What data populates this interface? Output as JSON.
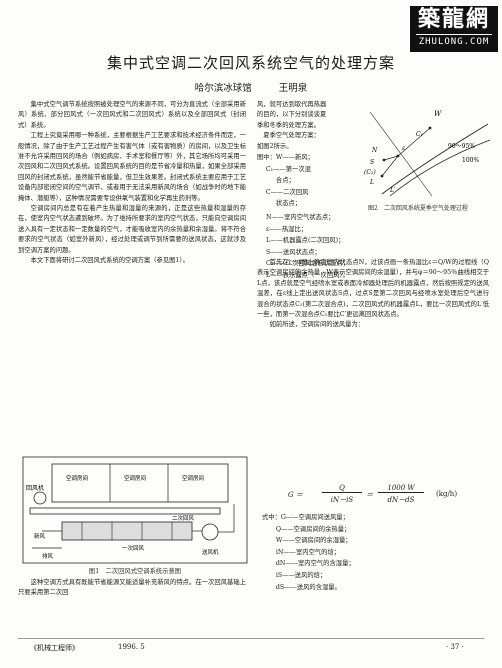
{
  "logo": {
    "cn": "築龍網",
    "en": "ZHULONG.COM"
  },
  "title": "集中式空调二次回风系统空气的处理方案",
  "authors": {
    "org": "哈尔滨冰球馆",
    "name": "王明泉"
  },
  "left_paras": [
    "集中式空气调节系统按照被处理空气的来源不同，可分为直流式（全部采用新风）系统、部分回风式（一次回风式和二次回风式）系统以及全部回风式（封闭式）系统。",
    "工程上究竟采用哪一种系统，主要根据生产工艺要求和技术经济条件而定，一般情况，除了由于生产工艺过程产生有害气体（或有害物质）的房间，以及卫生标准不允许采用回风的场合（例如病房、手术室和餐厅等）外，其它场所均可采用一次回风和二次回风式系统。设置回风系统的目的是节省冷量和热量，如果全部采用回风的封闭式系统，虽然能节省能量，但卫生效果差。封闭式系统主要应用于工艺设备内部密闭空间的空气调节、或者用于无法采用新风的场合（如战争时的地下能掩体、潜艇等），这种情况需要专设供氧气装置和化学再生药剂等。",
    "空调房间内总是有在着产生热量和湿量的来源的，正是这些热量和湿量的存在，使室内空气状态遭到破坏。为了维持所要求的室内空气状态，只能向空调房间送入具有一定状态和一定数量的空气，才能吸收室内的余热量和余湿量。将不符合要求的空气状态（如室外新风），经过处理或调节到所需要的送风状态，这就涉及到空调方案的问题。",
    "本文下面将研讨二次回风式系统的空调方案（参见图1）。"
  ],
  "left_bottom": "这种空调方式具有既能节省能源又能适量补充新风的特点。在一次回风基础上只要采用第二次回",
  "right_top_lines": [
    "风，就可达到取代再热器",
    "的目的，以下分别谈谈夏",
    "季和冬季的处理方案。"
  ],
  "summer_head": "夏季空气处理方案：",
  "summer_fig_ref": "如图2所示。",
  "defs1": [
    "图中：W——新风；",
    "C₁——第一次混",
    "合点；",
    "C——二次回风",
    "状态点；",
    "N——室内空气状态点；",
    "ε——热湿比；",
    "L——机器露点(二次回风)；",
    "S——送风状态点；",
    "C₂——二次回风混合状态点；",
    "L——表示露点（一次回风）。"
  ],
  "right_paras": [
    "首先在i－d图上确定室内状态点N，过该点画一条热湿比ε＝Q/W的过程线（Q表示空调房间的余热量，W表示空调房间的余湿量），并与φ＝90～95％曲线相交于L点，该点就是空气经喷水室或表面冷却器处理后的机器露点，然后按照规定的送风温差，在ε线上定出送风状态S点，过点S是第二次回风与经喷水室处理后空气进行混合的状态点C₂(第二次混合点)，二次回风式的机器露点L，要比一次回风式的L′低一些，而第一次混合点C₁要比C′更远离回风状态点。",
    "如前所述，空调房间的送风量为："
  ],
  "formula": {
    "lhs": "G ＝",
    "f1_num": "Q",
    "f1_den": "iN－iS",
    "eq2": "＝",
    "f2_num": "1000 W",
    "f2_den": "dN－dS",
    "unit": "(kg/h)"
  },
  "defs2": [
    "式中：G——空调房间送风量；",
    "Q——空调房间的余热量；",
    "W——空调房间的余湿量；",
    "iN——室内空气的焓；",
    "dN——室内空气的含湿量；",
    "iS——送风的焓；",
    "dS——送风的含湿量。"
  ],
  "fig1": {
    "caption": "图1　二次回风式空调系统示意图",
    "labels": {
      "huifengji": "回风机",
      "room1": "空调房间",
      "room2": "空调房间",
      "room3": "空调房间",
      "return2": "二次回风",
      "return1": "一次回风",
      "fresh": "新风",
      "exhaust": "排风",
      "fan": "送风机"
    }
  },
  "fig2": {
    "caption": "图2　二次回风系统夏季空气处理过程",
    "labels": {
      "W": "W",
      "C1": "C₁",
      "N": "N",
      "eps": "ε",
      "S": "S",
      "C2": "(C₂)",
      "L": "L",
      "Lp": "L′",
      "phi": "90～95%",
      "full": "100%"
    }
  },
  "footer": {
    "journal": "《机械工程师》",
    "year": "1996. 5",
    "page": "· 37 ·"
  }
}
